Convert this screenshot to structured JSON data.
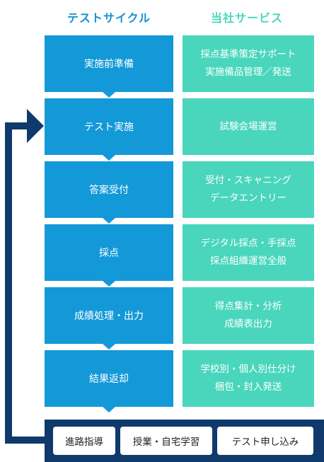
{
  "headers": {
    "left": "テストサイクル",
    "right": "当社サービス"
  },
  "steps": [
    {
      "label": "実施前準備"
    },
    {
      "label": "テスト実施"
    },
    {
      "label": "答案受付"
    },
    {
      "label": "採点"
    },
    {
      "label": "成績処理・出力"
    },
    {
      "label": "結果返却"
    }
  ],
  "services": [
    {
      "line1": "採点基準策定サポート",
      "line2": "実施備品管理／発送"
    },
    {
      "line1": "試験会場運営",
      "line2": ""
    },
    {
      "line1": "受付・スキャニング",
      "line2": "データエントリー"
    },
    {
      "line1": "デジタル採点・手採点",
      "line2": "採点組織運営全般"
    },
    {
      "line1": "得点集計・分析",
      "line2": "成績表出力"
    },
    {
      "line1": "学校別・個人別仕分け",
      "line2": "梱包・封入発送"
    }
  ],
  "bottom": {
    "items": [
      "進路指導",
      "授業・自宅学習",
      "テスト申し込み"
    ]
  },
  "colors": {
    "step": "#1499d8",
    "service": "#49d6bc",
    "loop": "#0f3a6b",
    "header_left": "#1591d1",
    "header_right": "#49d6bc"
  }
}
